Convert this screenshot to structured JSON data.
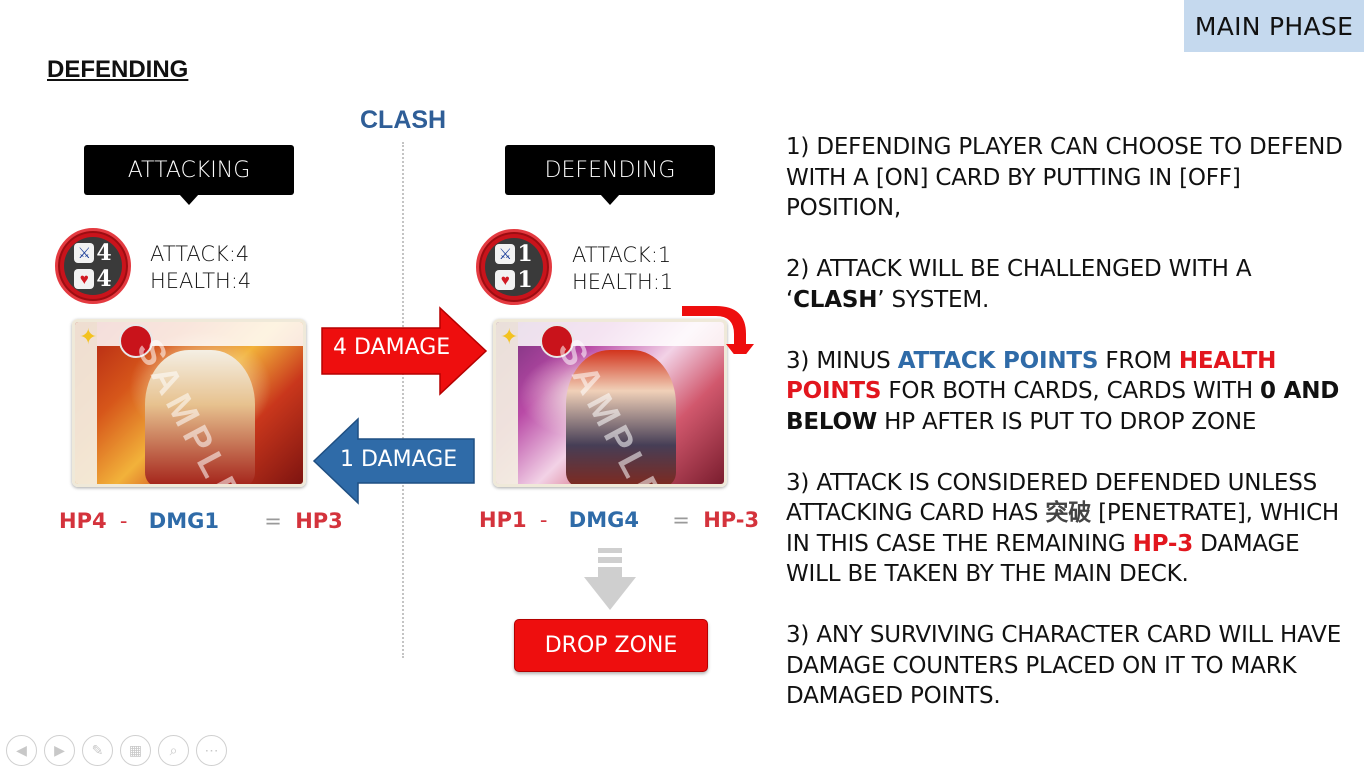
{
  "phase_badge": "MAIN PHASE",
  "title": "DEFENDING",
  "clash_label": "CLASH",
  "attacking": {
    "callout": "ATTACKING",
    "badge_attack": "4",
    "badge_health": "4",
    "attack_line": "ATTACK:4",
    "health_line": "HEALTH:4",
    "equation": {
      "hp": "HP4",
      "minus": "-",
      "dmg": "DMG1",
      "eq": "=",
      "result": "HP3"
    }
  },
  "defending": {
    "callout": "DEFENDING",
    "badge_attack": "1",
    "badge_health": "1",
    "attack_line": "ATTACK:1",
    "health_line": "HEALTH:1",
    "equation": {
      "hp": "HP1",
      "minus": "-",
      "dmg": "DMG4",
      "eq": "=",
      "result": "HP-3"
    }
  },
  "arrows": {
    "right_label": "4 DAMAGE",
    "left_label": "1 DAMAGE"
  },
  "drop_zone": "DROP ZONE",
  "card_watermark": "SAMPLE",
  "rules": {
    "r1": "1) DEFENDING PLAYER CAN CHOOSE TO DEFEND WITH A [ON] CARD BY PUTTING IN [OFF] POSITION,",
    "r2_pre": "2) ATTACK WILL BE CHALLENGED WITH A ‘",
    "r2_bold": "CLASH",
    "r2_post": "’ SYSTEM.",
    "r3_a": "3) MINUS ",
    "r3_blue": "ATTACK POINTS",
    "r3_b": " FROM ",
    "r3_red": "HEALTH POINTS",
    "r3_c": " FOR BOTH CARDS, CARDS WITH ",
    "r3_bold": "0 AND BELOW",
    "r3_d": " HP AFTER IS PUT TO DROP ZONE",
    "r4_a": "3) ATTACK IS CONSIDERED DEFENDED UNLESS ATTACKING CARD HAS ",
    "r4_cjk": "突破",
    "r4_b": " [PENETRATE], WHICH IN THIS CASE THE REMAINING ",
    "r4_red": "HP-3",
    "r4_c": " DAMAGE WILL BE TAKEN BY THE MAIN DECK.",
    "r5": "3) ANY SURVIVING CHARACTER CARD WILL HAVE DAMAGE COUNTERS PLACED ON IT TO MARK DAMAGED POINTS."
  },
  "colors": {
    "accent_blue": "#2f6ba8",
    "accent_red": "#e2161e",
    "badge_bg": "#c5d9ee",
    "drop_zone_bg": "#ee0e0e"
  },
  "nav_icons": [
    "prev-icon",
    "next-icon",
    "pen-icon",
    "slides-icon",
    "zoom-icon",
    "more-icon"
  ]
}
